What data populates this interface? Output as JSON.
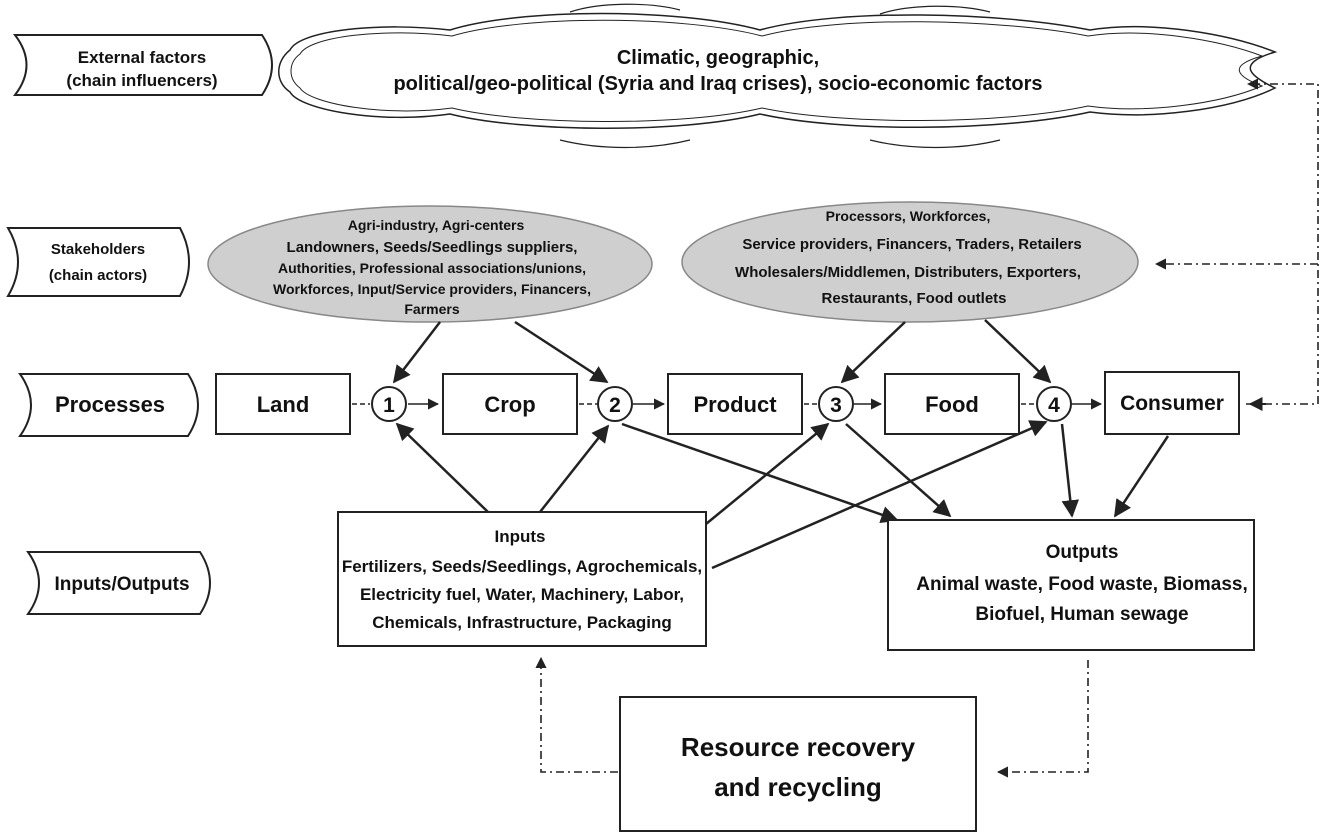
{
  "row_labels": {
    "external": [
      "External factors",
      "(chain influencers)"
    ],
    "stakeholders": [
      "Stakeholders",
      "(chain actors)"
    ],
    "processes": [
      "Processes"
    ],
    "io": [
      "Inputs/Outputs"
    ]
  },
  "external_factors": [
    "Climatic, geographic,",
    "political/geo-political (Syria and Iraq crises), socio-economic factors"
  ],
  "stakeholders_left": [
    "Agri-industry, Agri-centers",
    "Landowners, Seeds/Seedlings suppliers,",
    "Authorities, Professional associations/unions,",
    "Workforces, Input/Service providers, Financers,",
    "Farmers"
  ],
  "stakeholders_right": [
    "Processors, Workforces,",
    "Service providers, Financers, Traders, Retailers",
    "Wholesalers/Middlemen, Distributers, Exporters,",
    "Restaurants, Food outlets"
  ],
  "processes": {
    "land": "Land",
    "crop": "Crop",
    "product": "Product",
    "food": "Food",
    "consumer": "Consumer"
  },
  "nodes": [
    "1",
    "2",
    "3",
    "4"
  ],
  "inputs": {
    "title": "Inputs",
    "lines": [
      "Fertilizers, Seeds/Seedlings, Agrochemicals,",
      "Electricity fuel, Water, Machinery, Labor,",
      "Chemicals, Infrastructure, Packaging"
    ]
  },
  "outputs": {
    "title": "Outputs",
    "lines": [
      "Animal waste, Food waste, Biomass,",
      "Biofuel, Human sewage"
    ]
  },
  "recycling": [
    "Resource recovery",
    "and recycling"
  ]
}
